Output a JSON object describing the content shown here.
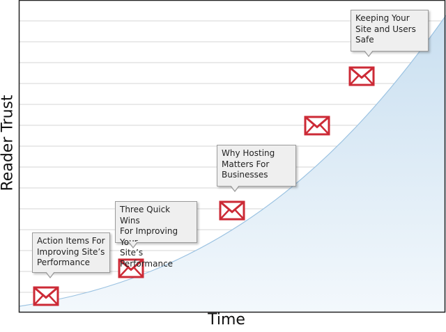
{
  "diagram": {
    "y_axis_label": "Reader Trust",
    "x_axis_label": "Time",
    "colors": {
      "email_icon": "#cc2a36",
      "curve_fill_top": "#c9dff0",
      "curve_fill_bottom": "#f3f8fc",
      "grid_line": "#d6d6d6",
      "frame": "#222222"
    },
    "emails": [
      {
        "icon": "envelope-icon",
        "label": "Action Items For\nImproving Site’s\nPerformance"
      },
      {
        "icon": "envelope-icon",
        "label": "Three Quick Wins\nFor Improving Your\nSite’s Performance"
      },
      {
        "icon": "envelope-icon",
        "label": "Why Hosting\nMatters For\nBusinesses"
      },
      {
        "icon": "envelope-icon",
        "label": ""
      },
      {
        "icon": "envelope-icon",
        "label": "Keeping Your\nSite and Users\nSafe"
      }
    ]
  }
}
